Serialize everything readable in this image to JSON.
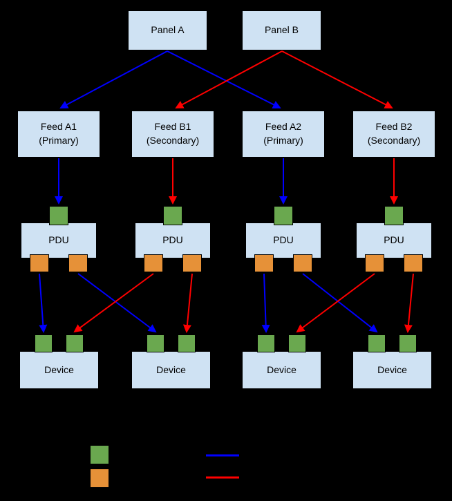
{
  "diagram": {
    "panels": [
      {
        "label": "Panel A"
      },
      {
        "label": "Panel B"
      }
    ],
    "feeds": [
      {
        "name": "Feed A1",
        "role": "(Primary)"
      },
      {
        "name": "Feed B1",
        "role": "(Secondary)"
      },
      {
        "name": "Feed A2",
        "role": "(Primary)"
      },
      {
        "name": "Feed B2",
        "role": "(Secondary)"
      }
    ],
    "pdus": [
      {
        "label": "PDU"
      },
      {
        "label": "PDU"
      },
      {
        "label": "PDU"
      },
      {
        "label": "PDU"
      }
    ],
    "devices": [
      {
        "label": "Device"
      },
      {
        "label": "Device"
      },
      {
        "label": "Device"
      },
      {
        "label": "Device"
      }
    ],
    "edges": [
      {
        "from": "Panel A",
        "to": "Feed A1",
        "color": "blue"
      },
      {
        "from": "Panel A",
        "to": "Feed A2",
        "color": "blue"
      },
      {
        "from": "Panel B",
        "to": "Feed B1",
        "color": "red"
      },
      {
        "from": "Panel B",
        "to": "Feed B2",
        "color": "red"
      },
      {
        "from": "Feed A1",
        "to": "PDU 1",
        "color": "blue"
      },
      {
        "from": "Feed B1",
        "to": "PDU 2",
        "color": "red"
      },
      {
        "from": "Feed A2",
        "to": "PDU 3",
        "color": "blue"
      },
      {
        "from": "Feed B2",
        "to": "PDU 4",
        "color": "red"
      },
      {
        "from": "PDU 1",
        "to": "Device 1",
        "color": "blue"
      },
      {
        "from": "PDU 1",
        "to": "Device 2",
        "color": "blue"
      },
      {
        "from": "PDU 2",
        "to": "Device 1",
        "color": "red"
      },
      {
        "from": "PDU 2",
        "to": "Device 2",
        "color": "red"
      },
      {
        "from": "PDU 3",
        "to": "Device 3",
        "color": "blue"
      },
      {
        "from": "PDU 3",
        "to": "Device 4",
        "color": "blue"
      },
      {
        "from": "PDU 4",
        "to": "Device 3",
        "color": "red"
      },
      {
        "from": "PDU 4",
        "to": "Device 4",
        "color": "red"
      }
    ]
  },
  "legend": {
    "items": [
      {
        "icon": "green-square-swatch"
      },
      {
        "icon": "orange-square-swatch"
      },
      {
        "icon": "blue-line-swatch"
      },
      {
        "icon": "red-line-swatch"
      }
    ]
  },
  "colors": {
    "background": "#000000",
    "node_fill": "#cfe2f3",
    "node_border": "#000000",
    "input_green": "#6aa84f",
    "output_orange": "#e69138",
    "primary_path_blue": "#0000ff",
    "secondary_path_red": "#ff0000"
  }
}
